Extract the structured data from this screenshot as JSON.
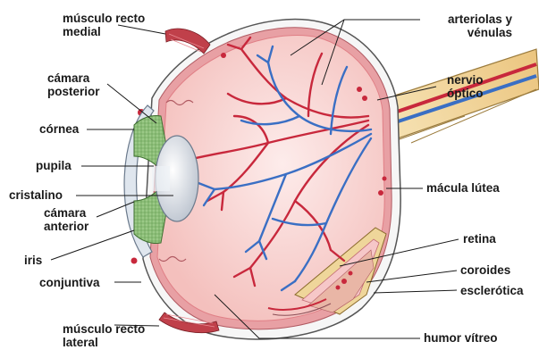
{
  "labels": {
    "musculo_recto_medial": [
      "músculo recto",
      "medial"
    ],
    "camara_posterior": [
      "cámara",
      "posterior"
    ],
    "cornea": "córnea",
    "pupila": "pupila",
    "cristalino": "cristalino",
    "camara_anterior": [
      "cámara",
      "anterior"
    ],
    "iris": "iris",
    "conjuntiva": "conjuntiva",
    "musculo_recto_lateral": [
      "músculo recto",
      "lateral"
    ],
    "arteriolas_venulas": [
      "arteriolas y",
      "vénulas"
    ],
    "nervio_optico": [
      "nervio",
      "óptico"
    ],
    "macula_lutea": "mácula lútea",
    "retina": "retina",
    "coroides": "coroides",
    "esclerotica": "esclerótica",
    "humor_vitreo": "humor vítreo"
  },
  "colors": {
    "sclera": "#f6f6f6",
    "choroid": "#e8a0a4",
    "retina": "#f3c7c5",
    "vitreous": "#fadcda",
    "artery": "#c8283c",
    "vein": "#3a6fc4",
    "muscle": "#c0404a",
    "iris": "#8fbf7a",
    "lens": "#d6dbe3",
    "nerve": "#f1d49a"
  }
}
